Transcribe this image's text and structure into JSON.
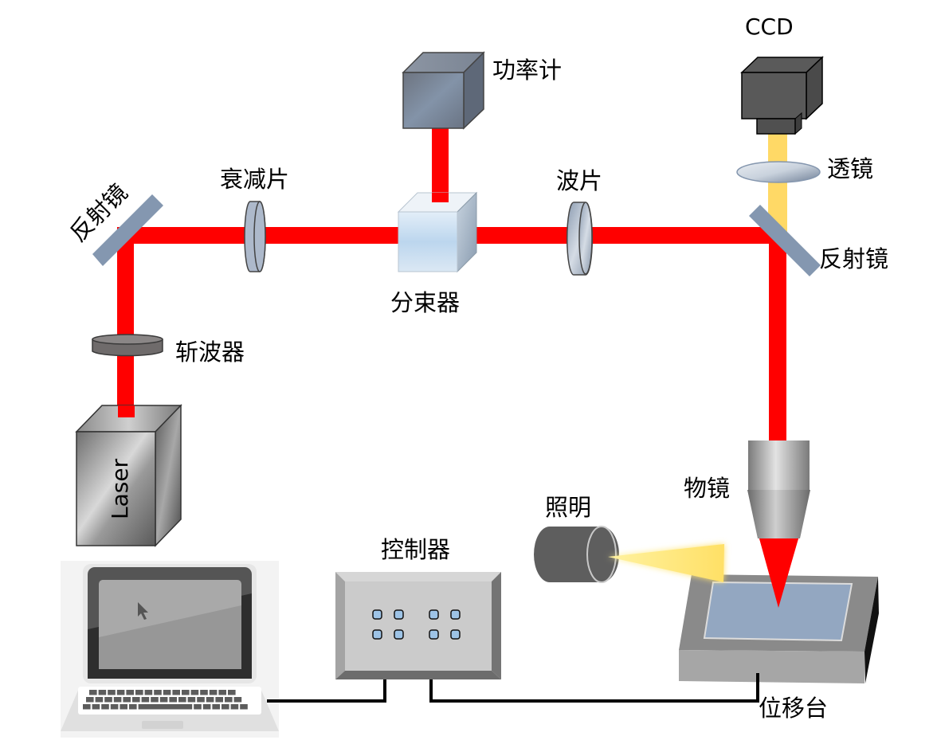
{
  "diagram": {
    "title": "Laser optical setup",
    "colors": {
      "laser_beam": "#ff0000",
      "imaging_beam": "#ffd966",
      "illumination": "#ffe066",
      "mirror": "#8497b0",
      "wire": "#000000"
    },
    "components": {
      "laser": {
        "label": "Laser"
      },
      "chopper": {
        "label": "斩波器"
      },
      "mirror_left": {
        "label": "反射镜"
      },
      "attenuator": {
        "label": "衰减片"
      },
      "beam_splitter": {
        "label": "分束器"
      },
      "power_meter": {
        "label": "功率计"
      },
      "waveplate": {
        "label": "波片"
      },
      "mirror_right": {
        "label": "反射镜"
      },
      "lens": {
        "label": "透镜"
      },
      "ccd": {
        "label": "CCD"
      },
      "objective": {
        "label": "物镜"
      },
      "illumination": {
        "label": "照明"
      },
      "controller": {
        "label": "控制器"
      },
      "stage": {
        "label": "位移台"
      },
      "computer": {
        "label": ""
      }
    },
    "controller_buttons": 8
  }
}
